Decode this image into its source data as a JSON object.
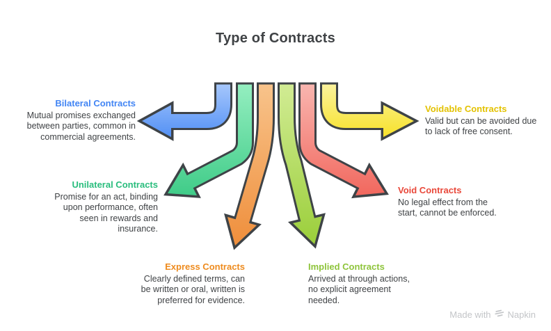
{
  "title": "Type of Contracts",
  "items": [
    {
      "id": "bilateral",
      "label": "Bilateral Contracts",
      "description": "Mutual promises exchanged\nbetween parties, common in\ncommercial agreements.",
      "color": "#4285f4",
      "arrow_direction": "left"
    },
    {
      "id": "unilateral",
      "label": "Unilateral Contracts",
      "description": "Promise for an act, binding\nupon performance, often\nseen in rewards and\ninsurance.",
      "color": "#29bd7d",
      "arrow_direction": "down-left"
    },
    {
      "id": "express",
      "label": "Express Contracts",
      "description": "Clearly defined terms, can\nbe written or oral, written is\npreferred for evidence.",
      "color": "#ee8b1e",
      "arrow_direction": "down"
    },
    {
      "id": "implied",
      "label": "Implied Contracts",
      "description": "Arrived at through actions,\nno explicit agreement\nneeded.",
      "color": "#8ec43b",
      "arrow_direction": "down"
    },
    {
      "id": "void",
      "label": "Void Contracts",
      "description": "No legal effect from the\nstart, cannot be enforced.",
      "color": "#e9483a",
      "arrow_direction": "down-right"
    },
    {
      "id": "voidable",
      "label": "Voidable Contracts",
      "description": "Valid but can be avoided due\nto lack of free consent.",
      "color": "#e3c202",
      "arrow_direction": "right"
    }
  ],
  "arrows": {
    "outline_color": "#3e4347",
    "blue_gradient": [
      "#a9c9fc",
      "#4b8bf4"
    ],
    "green_gradient": [
      "#96efc1",
      "#3ecb87"
    ],
    "orange_gradient": [
      "#f8c48c",
      "#ef8e3b"
    ],
    "yellow_green_gradient": [
      "#d2ec95",
      "#9ace39"
    ],
    "red_gradient": [
      "#f9b7b1",
      "#f1665c"
    ],
    "yellow_gradient": [
      "#fbf3a1",
      "#f7e01f"
    ]
  },
  "watermark": {
    "prefix": "Made with",
    "brand": "Napkin"
  }
}
